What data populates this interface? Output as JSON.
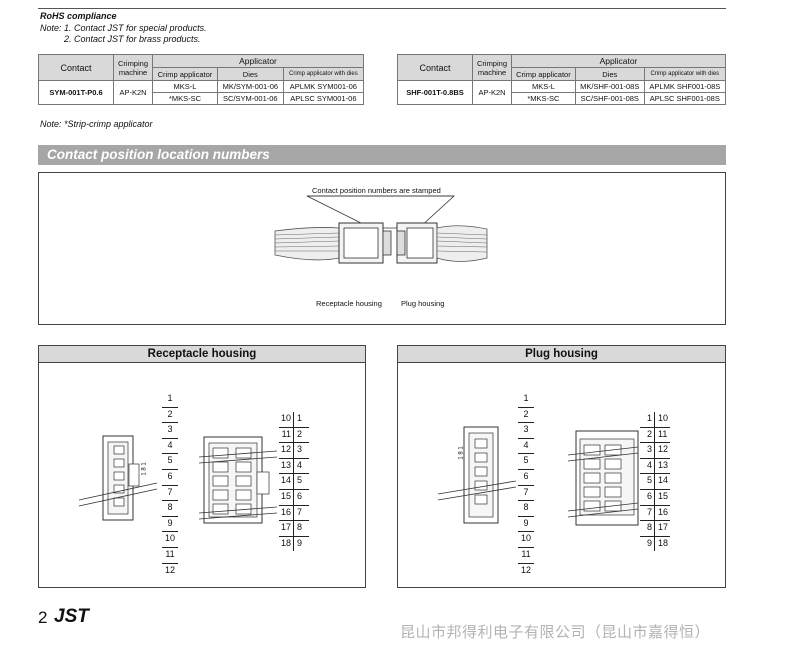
{
  "header": {
    "rohs": "RoHS compliance",
    "note_line1": "Note: 1. Contact JST for special products.",
    "note_line2": "2. Contact JST for brass products."
  },
  "tables": [
    {
      "headers": {
        "contact": "Contact",
        "crimping": "Crimping",
        "machine": "machine",
        "applicator": "Applicator",
        "crimp_app": "Crimp applicator",
        "dies": "Dies",
        "crimp_with_dies": "Crimp applicator with dies"
      },
      "contact": "SYM-001T-P0.6",
      "machine": "AP-K2N",
      "rows": [
        {
          "crimp": "MKS-L",
          "dies": "MK/SYM-001-06",
          "with_dies": "APLMK SYM001-06"
        },
        {
          "crimp": "*MKS-SC",
          "dies": "SC/SYM-001-06",
          "with_dies": "APLSC SYM001-06"
        }
      ]
    },
    {
      "headers": {
        "contact": "Contact",
        "crimping": "Crimping",
        "machine": "machine",
        "applicator": "Applicator",
        "crimp_app": "Crimp applicator",
        "dies": "Dies",
        "crimp_with_dies": "Crimp applicator with dies"
      },
      "contact": "SHF-001T-0.8BS",
      "machine": "AP-K2N",
      "rows": [
        {
          "crimp": "MKS-L",
          "dies": "MK/SHF-001-08S",
          "with_dies": "APLMK SHF001-08S"
        },
        {
          "crimp": "*MKS-SC",
          "dies": "SC/SHF-001-08S",
          "with_dies": "APLSC SHF001-08S"
        }
      ]
    }
  ],
  "note_strip": "Note: *Strip-crimp applicator",
  "section_title": "Contact position location numbers",
  "diagram": {
    "stamp_label": "Contact position numbers are stamped",
    "receptacle_label": "Receptacle housing",
    "plug_label": "Plug housing"
  },
  "receptacle_panel": {
    "title": "Receptacle housing",
    "sizes": [
      "1",
      "2",
      "3",
      "4",
      "5",
      "6",
      "7",
      "8",
      "9",
      "10",
      "11",
      "12"
    ],
    "pairs": [
      [
        "10",
        "1"
      ],
      [
        "11",
        "2"
      ],
      [
        "12",
        "3"
      ],
      [
        "13",
        "4"
      ],
      [
        "14",
        "5"
      ],
      [
        "15",
        "6"
      ],
      [
        "16",
        "7"
      ],
      [
        "17",
        "8"
      ],
      [
        "18",
        "9"
      ]
    ],
    "small_label": "1 8 1"
  },
  "plug_panel": {
    "title": "Plug housing",
    "sizes": [
      "1",
      "2",
      "3",
      "4",
      "5",
      "6",
      "7",
      "8",
      "9",
      "10",
      "11",
      "12"
    ],
    "pairs": [
      [
        "1",
        "10"
      ],
      [
        "2",
        "11"
      ],
      [
        "3",
        "12"
      ],
      [
        "4",
        "13"
      ],
      [
        "5",
        "14"
      ],
      [
        "6",
        "15"
      ],
      [
        "7",
        "16"
      ],
      [
        "8",
        "17"
      ],
      [
        "9",
        "18"
      ]
    ],
    "small_label": "1 8 1"
  },
  "footer": {
    "page": "2",
    "logo": "JST",
    "watermark": "昆山市邦得利电子有限公司（昆山市嘉得恒）"
  }
}
